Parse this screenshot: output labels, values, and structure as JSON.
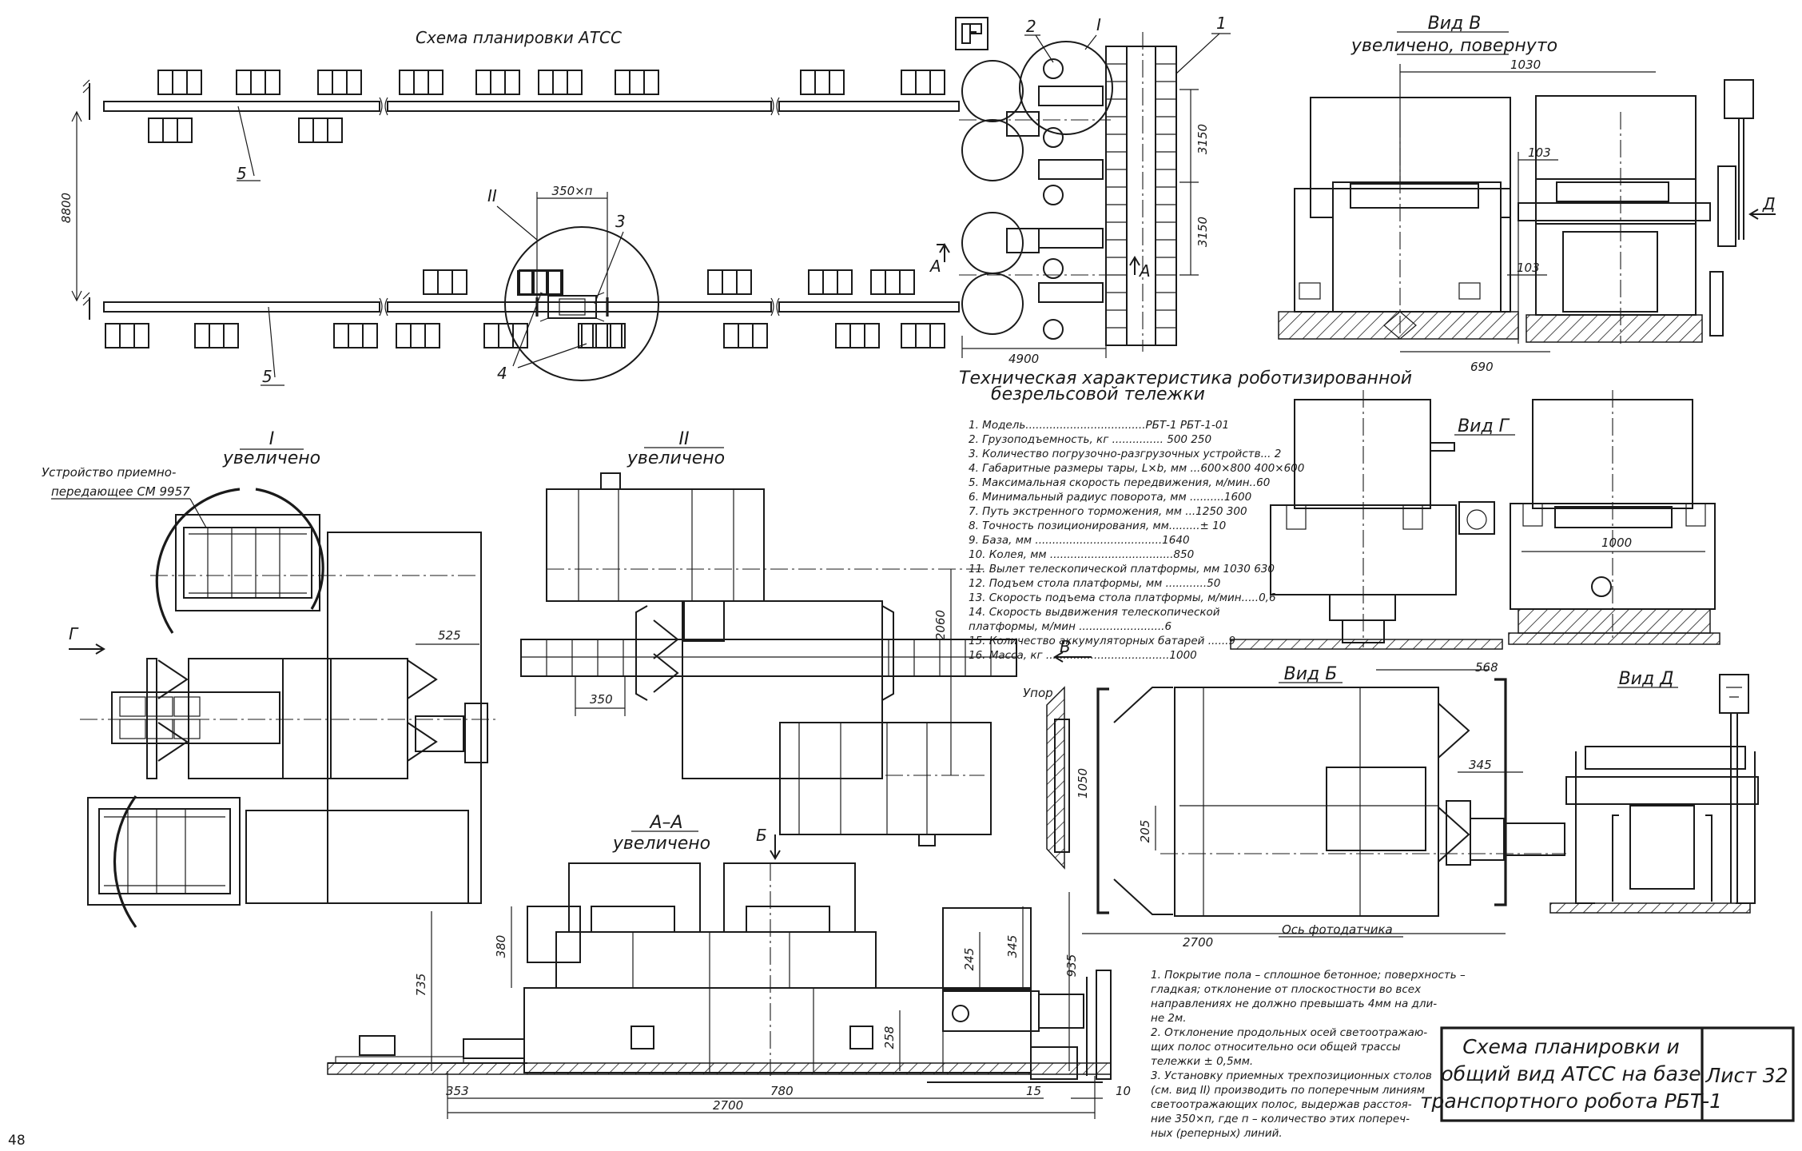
{
  "sheet": {
    "title": "Схема планировки АТСС",
    "page_number": "48",
    "sheet_label": "Лист 32",
    "stamp": [
      "Схема планировки и",
      "общий вид АТСС на базе",
      "транспортного робота РБТ-1"
    ]
  },
  "callouts": {
    "n1": "1",
    "n2": "2",
    "n3": "3",
    "n4": "4",
    "n5a": "5",
    "n5b": "5",
    "rI": "I",
    "rII": "II",
    "secA_left": "А",
    "secA_right": "А",
    "arrG": "Г",
    "arrV": "В",
    "arrB": "Б",
    "arrD": "Д"
  },
  "views": {
    "vidV": [
      "Вид В",
      "увеличено, повернуто"
    ],
    "vidG": "Вид Г",
    "vidB": "Вид Б",
    "vidD": "Вид Д",
    "viewI": [
      "I",
      "увеличено"
    ],
    "viewII": [
      "II",
      "увеличено"
    ],
    "viewAA": [
      "А–А",
      "увеличено"
    ],
    "device": [
      "Устройство приемно-",
      "передающее СМ 9957"
    ],
    "upor": "Упор",
    "photo_axis": "Ось фотодатчика"
  },
  "dims": {
    "d8800": "8800",
    "d350n": "350×п",
    "d3150a": "3150",
    "d3150b": "3150",
    "d4900": "4900",
    "d1030": "1030",
    "d103a": "103",
    "d103b": "103",
    "d690": "690",
    "d1000": "1000",
    "d525": "525",
    "d350": "350",
    "d2060": "2060",
    "d568": "568",
    "d345b": "345",
    "d1050": "1050",
    "d205": "205",
    "d2700b": "2700",
    "d380": "380",
    "d735": "735",
    "d245": "245",
    "d345": "345",
    "d935": "935",
    "d258": "258",
    "d353": "353",
    "d780": "780",
    "d15": "15",
    "d10": "10",
    "d2700": "2700"
  },
  "spec": {
    "title": [
      "Техническая характеристика роботизированной",
      "безрельсовой тележки"
    ],
    "rows": [
      "1. Модель...................................РБТ-1  РБТ-1-01",
      "2. Грузоподъемность, кг ...............  500     250",
      "3. Количество погрузочно-разгрузочных устройств... 2",
      "4. Габаритные размеры тары, L×b, мм ...600×800 400×600",
      "5. Максимальная скорость передвижения, м/мин..60",
      "6. Минимальный радиус поворота, мм ..........1600",
      "7. Путь экстренного торможения, мм ...1250    300",
      "8. Точность позиционирования, мм.........± 10",
      "9. База, мм .....................................1640",
      "10. Колея, мм ....................................850",
      "11. Вылет телескопической платформы, мм 1030  630",
      "12. Подъем стола платформы, мм ............50",
      "13. Скорость подъема стола платформы, м/мин.....0,6",
      "14. Скорость выдвижения телескопической",
      "      платформы, м/мин .........................6",
      "15. Количество аккумуляторных батарей ......9",
      "16. Масса, кг ....................................1000"
    ]
  },
  "notes": [
    "1. Покрытие пола – сплошное бетонное; поверхность –",
    "   гладкая; отклонение от плоскостности во всех",
    "   направлениях не должно превышать 4мм на дли-",
    "   не 2м.",
    "2. Отклонение продольных осей светоотражаю-",
    "   щих полос относительно оси общей трассы",
    "   тележки ± 0,5мм.",
    "3. Установку приемных трехпозиционных столов",
    "   (см. вид II) производить по поперечным линиям",
    "   светоотражающих полос, выдержав расстоя-",
    "   ние 350×п, где п – количество этих попереч-",
    "   ных (реперных) линий."
  ]
}
